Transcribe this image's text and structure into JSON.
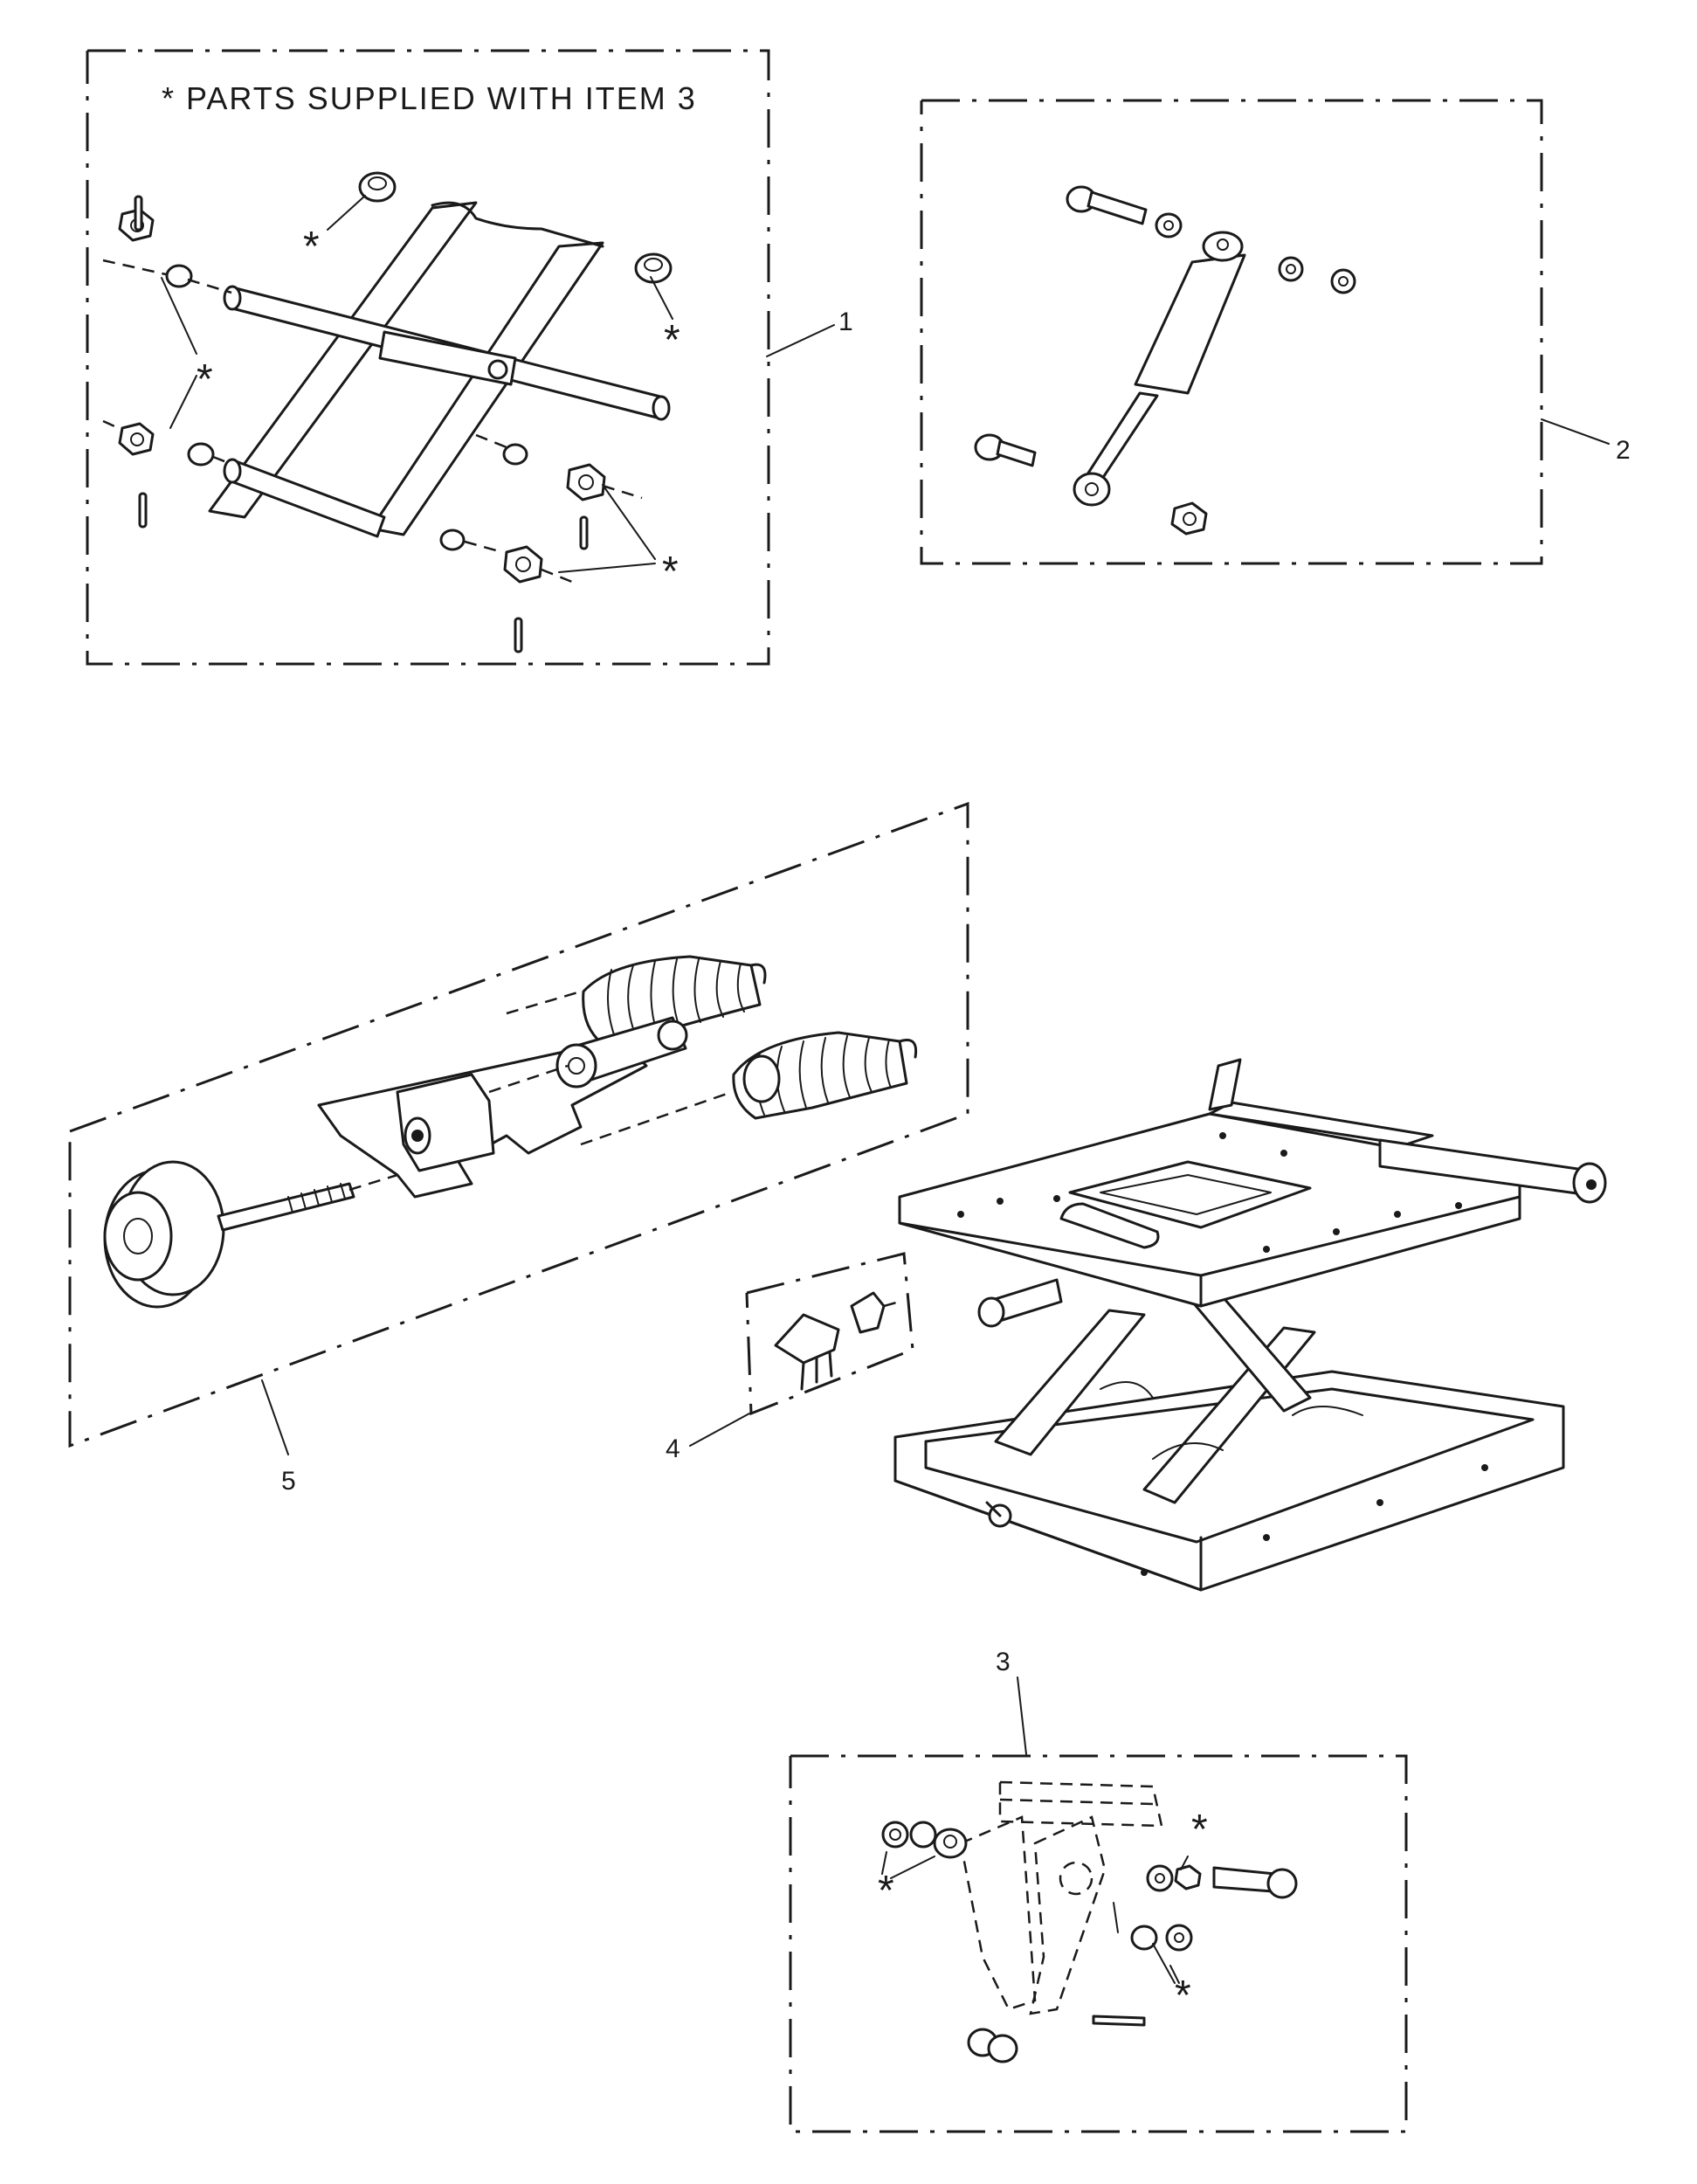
{
  "note": {
    "text": "* PARTS SUPPLIED WITH ITEM 3"
  },
  "callouts": {
    "item1": "1",
    "item2": "2",
    "item3": "3",
    "item4": "4",
    "item5": "5"
  },
  "asterisk": "*"
}
